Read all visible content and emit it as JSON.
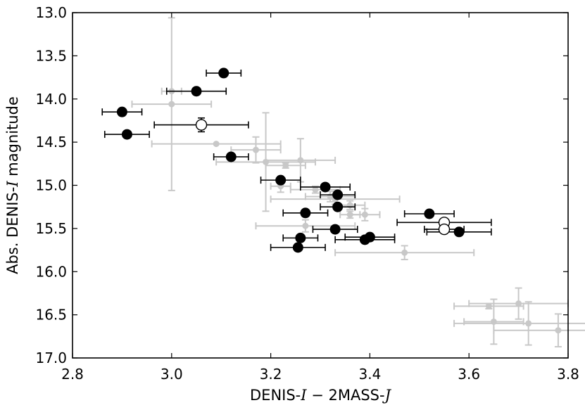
{
  "chart_data": {
    "type": "scatter",
    "title": "",
    "xlabel": {
      "pre": "DENIS-",
      "var1": "I",
      "mid": " − 2MASS-",
      "var2": "J"
    },
    "ylabel": {
      "pre": "Abs. DENIS-",
      "var": "I",
      "post": " magnitude"
    },
    "xlim": [
      2.8,
      3.8
    ],
    "ylim": [
      17.0,
      13.0
    ],
    "y_inverted": true,
    "grid": false,
    "xticks": [
      "2.8",
      "3.0",
      "3.2",
      "3.4",
      "3.6",
      "3.8"
    ],
    "yticks": [
      "13.0",
      "13.5",
      "14.0",
      "14.5",
      "15.0",
      "15.5",
      "16.0",
      "16.5",
      "17.0"
    ],
    "colors": {
      "gray": "#c8c8c8",
      "black": "#000000",
      "open_fill": "#ffffff"
    },
    "series": [
      {
        "marker": "small-gray-dot",
        "points": [
          {
            "x": 3.0,
            "y": 13.91,
            "xerr": 0.02,
            "yerr": 0.0
          },
          {
            "x": 3.0,
            "y": 14.06,
            "xerr": 0.08,
            "yerr": 1.0
          },
          {
            "x": 3.09,
            "y": 14.52,
            "xerr": 0.13,
            "yerr": 0.0
          },
          {
            "x": 3.17,
            "y": 14.59,
            "xerr": 0.05,
            "yerr": 0.15
          },
          {
            "x": 3.19,
            "y": 14.73,
            "xerr": 0.1,
            "yerr": 0.57
          },
          {
            "x": 3.23,
            "y": 14.77,
            "xerr": 0.04,
            "yerr": 0.03
          },
          {
            "x": 3.26,
            "y": 14.71,
            "xerr": 0.07,
            "yerr": 0.25
          },
          {
            "x": 3.22,
            "y": 15.01,
            "xerr": 0.02,
            "yerr": 0.07
          },
          {
            "x": 3.29,
            "y": 15.05,
            "xerr": 0.05,
            "yerr": 0.04
          },
          {
            "x": 3.32,
            "y": 15.13,
            "xerr": 0.05,
            "yerr": 0.06
          },
          {
            "x": 3.33,
            "y": 15.16,
            "xerr": 0.13,
            "yerr": 0.06
          },
          {
            "x": 3.36,
            "y": 15.23,
            "xerr": 0.03,
            "yerr": 0.05
          },
          {
            "x": 3.36,
            "y": 15.34,
            "xerr": 0.02,
            "yerr": 0.04
          },
          {
            "x": 3.39,
            "y": 15.34,
            "xerr": 0.03,
            "yerr": 0.07
          },
          {
            "x": 3.27,
            "y": 15.47,
            "xerr": 0.1,
            "yerr": 0.07
          },
          {
            "x": 3.47,
            "y": 15.78,
            "xerr": 0.14,
            "yerr": 0.08
          },
          {
            "x": 3.64,
            "y": 16.4,
            "xerr": 0.07,
            "yerr": 0.03
          },
          {
            "x": 3.7,
            "y": 16.37,
            "xerr": 0.1,
            "yerr": 0.18
          },
          {
            "x": 3.65,
            "y": 16.58,
            "xerr": 0.06,
            "yerr": 0.26
          },
          {
            "x": 3.72,
            "y": 16.6,
            "xerr": 0.15,
            "yerr": 0.25
          },
          {
            "x": 3.78,
            "y": 16.68,
            "xerr": 0.13,
            "yerr": 0.19
          }
        ]
      },
      {
        "marker": "black-filled-circle",
        "points": [
          {
            "x": 3.105,
            "y": 13.7,
            "xerr": 0.035
          },
          {
            "x": 3.05,
            "y": 13.91,
            "xerr": 0.06
          },
          {
            "x": 2.9,
            "y": 14.15,
            "xerr": 0.04
          },
          {
            "x": 2.91,
            "y": 14.41,
            "xerr": 0.045
          },
          {
            "x": 3.12,
            "y": 14.67,
            "xerr": 0.035
          },
          {
            "x": 3.22,
            "y": 14.94,
            "xerr": 0.04
          },
          {
            "x": 3.31,
            "y": 15.02,
            "xerr": 0.05
          },
          {
            "x": 3.335,
            "y": 15.11,
            "xerr": 0.035
          },
          {
            "x": 3.335,
            "y": 15.25,
            "xerr": 0.035
          },
          {
            "x": 3.27,
            "y": 15.32,
            "xerr": 0.045
          },
          {
            "x": 3.52,
            "y": 15.33,
            "xerr": 0.05
          },
          {
            "x": 3.58,
            "y": 15.54,
            "xerr": 0.065
          },
          {
            "x": 3.33,
            "y": 15.51,
            "xerr": 0.045
          },
          {
            "x": 3.26,
            "y": 15.61,
            "xerr": 0.035
          },
          {
            "x": 3.4,
            "y": 15.6,
            "xerr": 0.05
          },
          {
            "x": 3.39,
            "y": 15.63,
            "xerr": 0.06
          },
          {
            "x": 3.255,
            "y": 15.72,
            "xerr": 0.055
          }
        ]
      },
      {
        "marker": "black-open-circle",
        "points": [
          {
            "x": 3.06,
            "y": 14.3,
            "xerr": 0.095,
            "yerr": 0.08
          },
          {
            "x": 3.55,
            "y": 15.43,
            "xerr": 0.095,
            "yerr": 0.0
          },
          {
            "x": 3.55,
            "y": 15.51,
            "xerr": 0.04,
            "yerr": 0.0
          }
        ]
      }
    ]
  }
}
